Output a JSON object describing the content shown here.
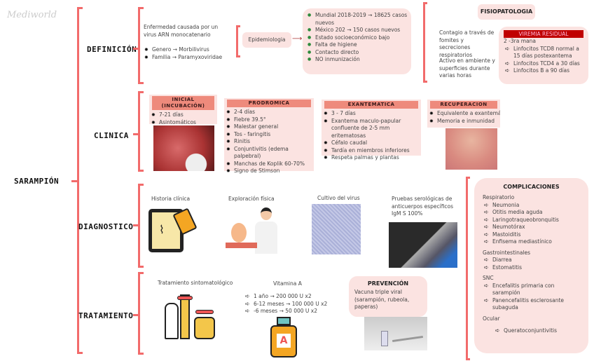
{
  "watermark": "Mediworld",
  "main_title": "SARAMPIÓN",
  "sections": {
    "definicion": "DEFINICIÓN",
    "clinica": "CLINICA",
    "diagnostico": "DIAGNOSTICO",
    "tratamiento": "TRATAMIENTO"
  },
  "definicion": {
    "text": "Enfermedad causada por un virus ARN monocatenario",
    "items": [
      "Genero → Morbilivirus",
      "Familia → Paramyxoviridae"
    ],
    "epidemiologia_label": "Epidemiologia",
    "epidemiologia": [
      "Mundial 2018-2019 → 18625 casos nuevos",
      "México 202 → 150 casos nuevos",
      "Estado socioeconómico bajo",
      "Falta de higiene",
      "Contacto directo",
      "NO inmunización"
    ],
    "fisiopatologia_title": "FISIOPATOLOGIA",
    "fisio_text1": "Contagio a través de fomites y secreciones respiratorios",
    "fisio_text2": "Activo en ambiente y superficies durante varias horas",
    "viremia_title": "VIREMIA RESIDUAL",
    "viremia_sub": "2 -3ra mana",
    "viremia_items": [
      "Linfocitos TCD8 normal a 15 días postexantema",
      "Linfocitos TCD4 a 30 días",
      "Linfocitos B a 90 días"
    ]
  },
  "clinica": [
    {
      "title": "INICIAL (INCUBACIÓN)",
      "items": [
        "7-21 días",
        "Asintomáticos"
      ]
    },
    {
      "title": "PRODROMICA",
      "items": [
        "2-4 días",
        "Fiebre 39.5°",
        "Malestar general",
        "Tos - faringitis",
        "Rinitis",
        "Conjuntivitis (edema palpebral)",
        "Manchas de Koplik 60-70%",
        "Signo de Stimson"
      ]
    },
    {
      "title": "EXANTEMATICA",
      "items": [
        "3 - 7 días",
        "Exantema maculo-papular confluente de 2-5 mm eritematosas",
        "Céfalo caudal",
        "Tardía en miembros inferiores",
        "Respeta palmas y plantas"
      ]
    },
    {
      "title": "RECUPERACION",
      "items": [
        "Equivalente a exantemática",
        "Memoria e inmunidad"
      ]
    }
  ],
  "diagnostico": {
    "historia": "Historia clínica",
    "exploracion": "Exploración física",
    "cultivo": "Cultivo del virus",
    "pruebas": "Pruebas serológicas de anticuerpos específicos IgM S 100%"
  },
  "complicaciones": {
    "title": "COMPLICACIONES",
    "groups": [
      {
        "name": "Respiratorio",
        "items": [
          "Neumonia",
          "Otitis media aguda",
          "Laringotraqueobronquitis",
          "Neumotórax",
          "Mastoiditis",
          "Enfisema mediastínico"
        ]
      },
      {
        "name": "Gastrointestinales",
        "items": [
          "Diarrea",
          "Estomatitis"
        ]
      },
      {
        "name": "SNC",
        "items": [
          "Encefalitis primaria con sarampión",
          "Panencefalitis esclerosante subaguda"
        ]
      },
      {
        "name": "Ocular",
        "items": [
          "Queratoconjuntivitis"
        ]
      }
    ]
  },
  "tratamiento": {
    "sintomatologico": "Tratamiento sintomatológico",
    "vitamina_title": "Vitamina A",
    "vitamina_items": [
      "1 año → 200 000 U x2",
      "6-12 meses → 100 000 U x2",
      "-6 meses → 50 000 U x2"
    ],
    "vitamina_bottle_letter": "A",
    "prevencion_title": "PREVENCIÓN",
    "prevencion_text": "Vacuna triple viral (sarampión, rubeola, paperas)"
  },
  "colors": {
    "bracket": "#f26b6b",
    "box": "#fbe3e1",
    "header": "#ee8a7c",
    "viremia": "#c00000",
    "bullet_green": "#2e8b3d"
  }
}
